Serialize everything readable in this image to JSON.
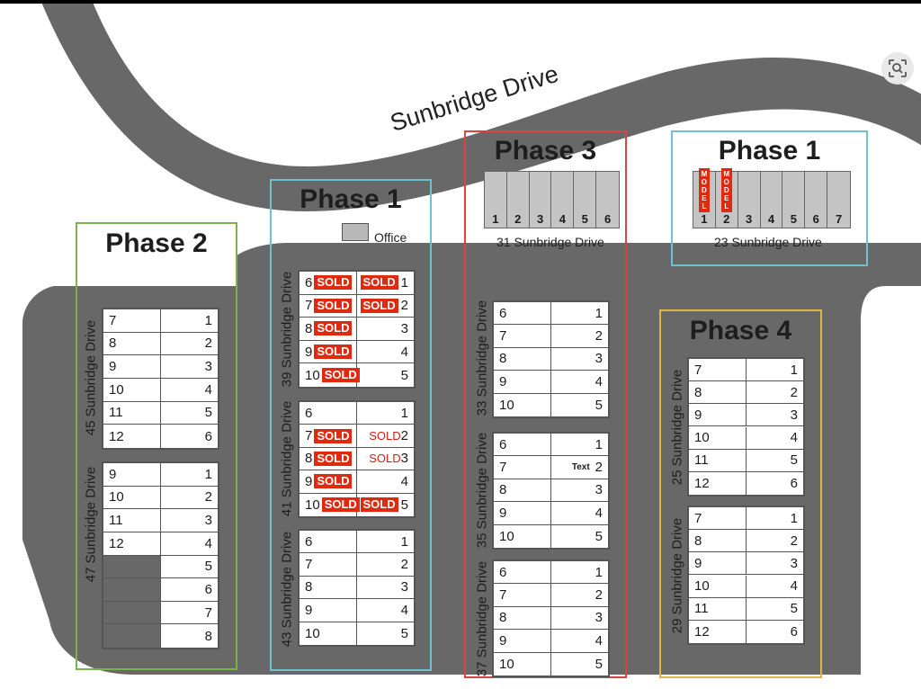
{
  "road_label": "Sunbridge Drive",
  "office_label": "Office",
  "phases": [
    {
      "title": "Phase 2",
      "color": "#7db24a"
    },
    {
      "title": "Phase 1",
      "color": "#6ec1d1"
    },
    {
      "title": "Phase 3",
      "color": "#d9453c"
    },
    {
      "title": "Phase 1",
      "color": "#6ec1d1"
    },
    {
      "title": "Phase 4",
      "color": "#e4b443"
    }
  ],
  "streets": {
    "s45": "45 Sunbridge Drive",
    "s47": "47 Sunbridge Drive",
    "s39": "39 Sunbridge Drive",
    "s41": "41 Sunbridge Drive",
    "s43": "43 Sunbridge Drive",
    "s33": "33 Sunbridge Drive",
    "s35": "35 Sunbridge Drive",
    "s37": "37 Sunbridge Drive",
    "s25": "25 Sunbridge Drive",
    "s29": "29 Sunbridge Drive",
    "s31": "31 Sunbridge Drive",
    "s23": "23 Sunbridge Drive"
  },
  "sold_label": "SOLD",
  "model_label": "MODEL",
  "text_placeholder": "Text",
  "blocks": {
    "b45": [
      [
        "7",
        "1"
      ],
      [
        "8",
        "2"
      ],
      [
        "9",
        "3"
      ],
      [
        "10",
        "4"
      ],
      [
        "11",
        "5"
      ],
      [
        "12",
        "6"
      ]
    ],
    "b47": [
      [
        "9",
        "1"
      ],
      [
        "10",
        "2"
      ],
      [
        "11",
        "3"
      ],
      [
        "12",
        "4"
      ],
      [
        "",
        "5"
      ],
      [
        "",
        "6"
      ],
      [
        "",
        "7"
      ],
      [
        "",
        "8"
      ]
    ],
    "b39": [
      [
        "6",
        "1"
      ],
      [
        "7",
        "2"
      ],
      [
        "8",
        "3"
      ],
      [
        "9",
        "4"
      ],
      [
        "10",
        "5"
      ]
    ],
    "b41": [
      [
        "6",
        "1"
      ],
      [
        "7",
        "2"
      ],
      [
        "8",
        "3"
      ],
      [
        "9",
        "4"
      ],
      [
        "10",
        "5"
      ]
    ],
    "b43": [
      [
        "6",
        "1"
      ],
      [
        "7",
        "2"
      ],
      [
        "8",
        "3"
      ],
      [
        "9",
        "4"
      ],
      [
        "10",
        "5"
      ]
    ],
    "b33": [
      [
        "6",
        "1"
      ],
      [
        "7",
        "2"
      ],
      [
        "8",
        "3"
      ],
      [
        "9",
        "4"
      ],
      [
        "10",
        "5"
      ]
    ],
    "b35": [
      [
        "6",
        "1"
      ],
      [
        "7",
        "2"
      ],
      [
        "8",
        "3"
      ],
      [
        "9",
        "4"
      ],
      [
        "10",
        "5"
      ]
    ],
    "b37": [
      [
        "6",
        "1"
      ],
      [
        "7",
        "2"
      ],
      [
        "8",
        "3"
      ],
      [
        "9",
        "4"
      ],
      [
        "10",
        "5"
      ]
    ],
    "b25": [
      [
        "7",
        "1"
      ],
      [
        "8",
        "2"
      ],
      [
        "9",
        "3"
      ],
      [
        "10",
        "4"
      ],
      [
        "11",
        "5"
      ],
      [
        "12",
        "6"
      ]
    ],
    "b29": [
      [
        "7",
        "1"
      ],
      [
        "8",
        "2"
      ],
      [
        "9",
        "3"
      ],
      [
        "10",
        "4"
      ],
      [
        "11",
        "5"
      ],
      [
        "12",
        "6"
      ]
    ]
  },
  "units31": [
    "1",
    "2",
    "3",
    "4",
    "5",
    "6"
  ],
  "units23": [
    "1",
    "2",
    "3",
    "4",
    "5",
    "6",
    "7"
  ],
  "zoom_icon": "lens-scan-icon"
}
